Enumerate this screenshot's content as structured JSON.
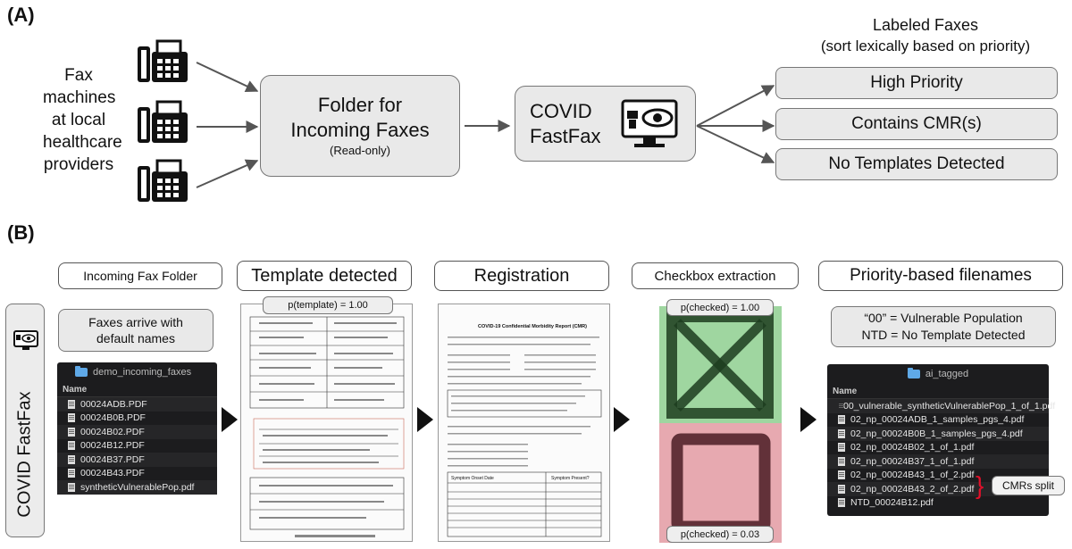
{
  "panel_a": {
    "label": "(A)",
    "sources_text": [
      "Fax",
      "machines",
      "at local",
      "healthcare",
      "providers"
    ],
    "icons": [
      "fax-machine-icon",
      "fax-machine-icon",
      "fax-machine-icon"
    ],
    "folder_box": {
      "line1": "Folder for",
      "line2": "Incoming Faxes",
      "sub": "(Read-only)"
    },
    "covid_box": {
      "line1": "COVID",
      "line2": "FastFax"
    },
    "labeled_title": {
      "line1": "Labeled Faxes",
      "line2": "(sort lexically based on priority)"
    },
    "labels": [
      "High Priority",
      "Contains CMR(s)",
      "No Templates Detected"
    ]
  },
  "panel_b": {
    "label": "(B)",
    "side_label": "COVID FastFax",
    "stages": [
      "Incoming Fax Folder",
      "Template detected",
      "Registration",
      "Checkbox extraction",
      "Priority-based filenames"
    ],
    "arrive_note": {
      "line1": "Faxes arrive with",
      "line2": "default names"
    },
    "incoming": {
      "folder": "demo_incoming_faxes",
      "column": "Name",
      "files": [
        "00024ADB.PDF",
        "00024B0B.PDF",
        "00024B02.PDF",
        "00024B12.PDF",
        "00024B37.PDF",
        "00024B43.PDF",
        "syntheticVulnerablePop.pdf"
      ]
    },
    "template_prob": "p(template) = 1.00",
    "checked_prob_high": "p(checked) = 1.00",
    "checked_prob_low": "p(checked) = 0.03",
    "legend": {
      "line1": "“00” = Vulnerable Population",
      "line2": "NTD = No Template Detected"
    },
    "tagged": {
      "folder": "ai_tagged",
      "column": "Name",
      "files": [
        "00_vulnerable_syntheticVulnerablePop_1_of_1.pdf",
        "02_np_00024ADB_1_samples_pgs_4.pdf",
        "02_np_00024B0B_1_samples_pgs_4.pdf",
        "02_np_00024B02_1_of_1.pdf",
        "02_np_00024B37_1_of_1.pdf",
        "02_np_00024B43_1_of_2.pdf",
        "02_np_00024B43_2_of_2.pdf",
        "NTD_00024B12.pdf"
      ]
    },
    "cmr_note": "CMRs split",
    "registration_doc": {
      "title": "COVID-19 Confidential Morbidity Report (CMR)",
      "symptom_header": "Symptom Onset Date",
      "symptom_present": "Symptom Present?"
    }
  },
  "colors": {
    "box_fill": "#e9e9e9",
    "box_border": "#777777",
    "finder_bg": "#1c1c1e",
    "checked_green": "#9fd6a0",
    "unchecked_red": "#e7a9b0",
    "cmr_brace": "#e0102a"
  }
}
